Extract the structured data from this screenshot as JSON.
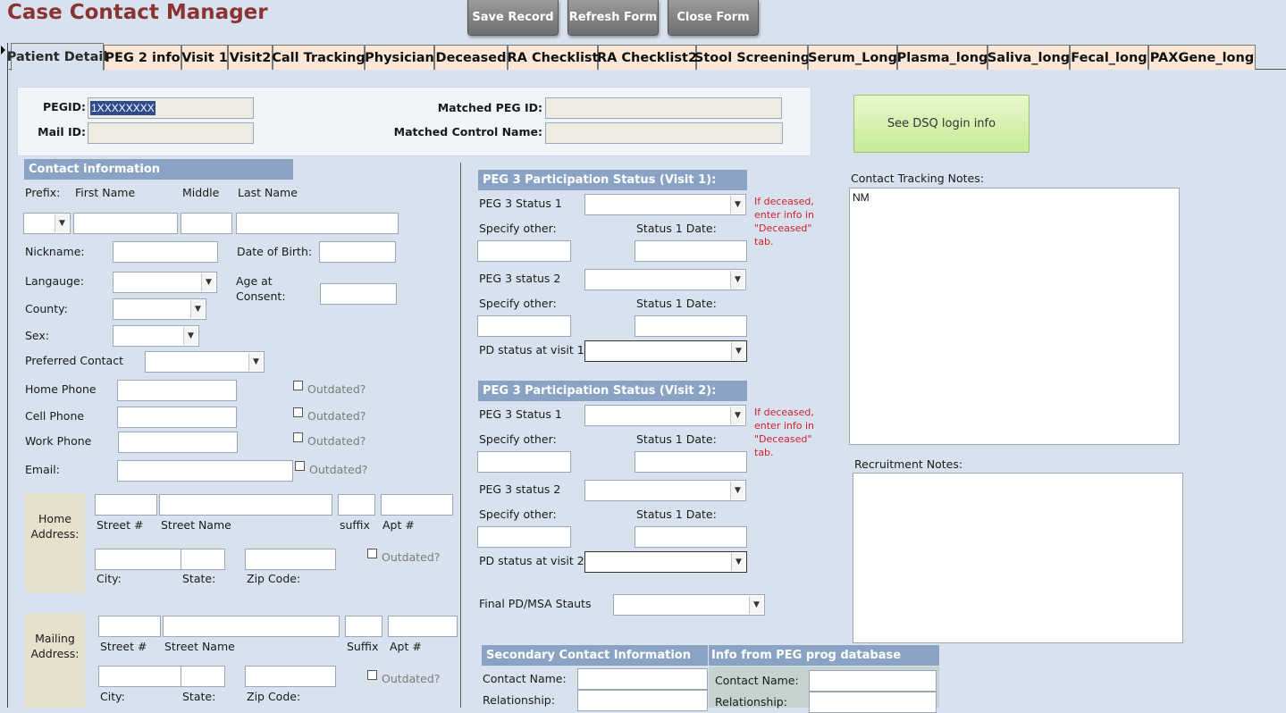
{
  "app": {
    "title": "Case Contact Manager"
  },
  "toolbar": {
    "save": "Save Record",
    "refresh": "Refresh Form",
    "close": "Close Form"
  },
  "tabs": [
    "Patient Detail",
    "PEG 2 info",
    "Visit 1",
    "Visit2",
    "Call Tracking",
    "Physician",
    "Deceased",
    "RA Checklist",
    "RA Checklist2",
    "Stool Screening",
    "Serum_Long",
    "Plasma_long",
    "Saliva_long",
    "Fecal_long",
    "PAXGene_long"
  ],
  "ids": {
    "pegid_label": "PEGID:",
    "pegid_value": "1XXXXXXXX",
    "mailid_label": "Mail ID:",
    "matched_peg_label": "Matched PEG ID:",
    "matched_control_label": "Matched Control Name:"
  },
  "dsq_button": "See DSQ login info",
  "contact": {
    "header": "Contact information",
    "prefix": "Prefix:",
    "first": "First Name",
    "middle": "Middle",
    "last": "Last Name",
    "nickname": "Nickname:",
    "dob": "Date of Birth:",
    "language": "Langauge:",
    "age_consent": "Age at\nConsent:",
    "county": "County:",
    "sex": "Sex:",
    "preferred": "Preferred Contact",
    "home_phone": "Home Phone",
    "cell_phone": "Cell Phone",
    "work_phone": "Work Phone",
    "email": "Email:",
    "outdated": "Outdated?"
  },
  "home_address": {
    "title": "Home\nAddress:",
    "street_no": "Street #",
    "street_name": "Street Name",
    "suffix": "suffix",
    "apt": "Apt #",
    "city": "City:",
    "state": "State:",
    "zip": "Zip Code:",
    "outdated": "Outdated?"
  },
  "mailing_address": {
    "title": "Mailing\nAddress:",
    "street_no": "Street #",
    "street_name": "Street Name",
    "suffix": "Suffix",
    "apt": "Apt #",
    "city": "City:",
    "state": "State:",
    "zip": "Zip Code:",
    "outdated": "Outdated?"
  },
  "visit1": {
    "header": "PEG 3 Participation Status (Visit 1):",
    "status1": "PEG 3 Status 1",
    "specify1": "Specify other:",
    "date1": "Status 1 Date:",
    "status2": "PEG 3 status 2",
    "specify2": "Specify other:",
    "date2": "Status 1 Date:",
    "pd": "PD status at visit 1",
    "note": "If deceased,\nenter info in\n\"Deceased\"\ntab."
  },
  "visit2": {
    "header": "PEG 3 Participation Status (Visit 2):",
    "status1": "PEG 3 Status 1",
    "specify1": "Specify other:",
    "date1": "Status 1 Date:",
    "status2": "PEG 3 status 2",
    "specify2": "Specify other:",
    "date2": "Status 1 Date:",
    "pd": "PD status at visit 2",
    "note": "If deceased,\nenter info in\n\"Deceased\"\ntab."
  },
  "final_pd": "Final PD/MSA Stauts",
  "secondary": {
    "header": "Secondary Contact Information",
    "contact_name": "Contact Name:",
    "relationship": "Relationship:"
  },
  "peg_prog": {
    "header": "Info from PEG prog database",
    "contact_name": "Contact Name:",
    "relationship": "Relationship:"
  },
  "notes": {
    "tracking_label": "Contact Tracking Notes:",
    "tracking_value": "NM",
    "recruitment_label": "Recruitment Notes:"
  }
}
